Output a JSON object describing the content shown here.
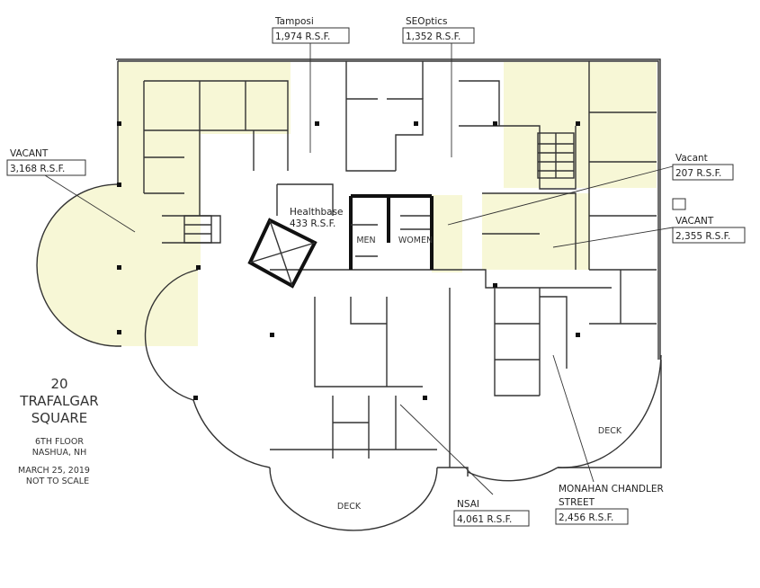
{
  "title": {
    "line1": "20",
    "line2": "TRAFALGAR",
    "line3": "SQUARE"
  },
  "floor": {
    "line1": "6TH FLOOR",
    "line2": "NASHUA, NH"
  },
  "date": {
    "line1": "MARCH 25, 2019",
    "line2": "NOT TO SCALE"
  },
  "colors": {
    "vacant_fill": "#f7f7d6",
    "walls": "#333333"
  },
  "suites": [
    {
      "name": "Tamposi",
      "area": "1,974 R.S.F."
    },
    {
      "name": "SEOptics",
      "area": "1,352 R.S.F."
    },
    {
      "name": "VACANT",
      "area": "3,168 R.S.F."
    },
    {
      "name": "Vacant",
      "area": "207 R.S.F."
    },
    {
      "name": "VACANT",
      "area": "2,355 R.S.F."
    },
    {
      "name": "Healthbase",
      "area": "433 R.S.F."
    },
    {
      "name": "NSAI",
      "area": "4,061 R.S.F."
    },
    {
      "name": "MONAHAN CHANDLER STREET",
      "name_line1": "MONAHAN CHANDLER",
      "name_line2": "STREET",
      "area": "2,456 R.S.F."
    }
  ],
  "decks": [
    "DECK",
    "DECK"
  ],
  "restrooms": {
    "men": "MEN",
    "women": "WOMEN"
  }
}
